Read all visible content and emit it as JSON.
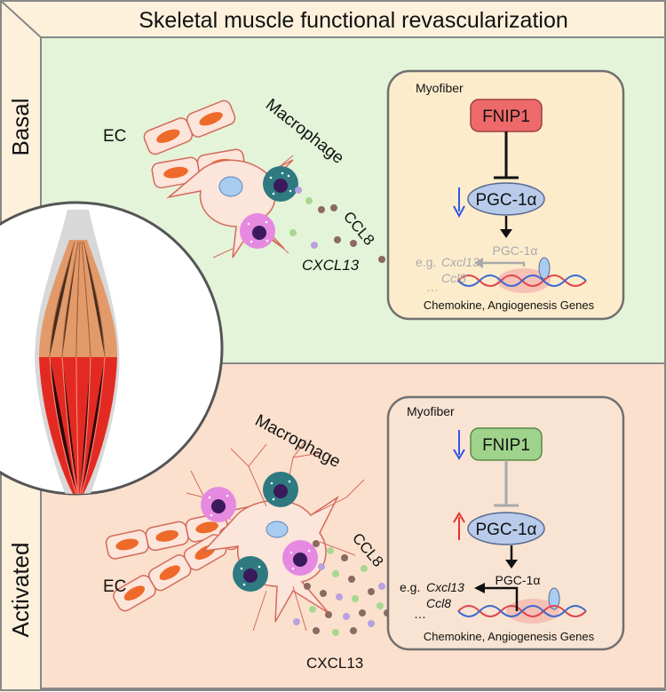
{
  "title": "Skeletal muscle functional revascularization",
  "basal": {
    "side_label": "Basal",
    "ec_label": "EC",
    "macrophage_label": "Macrophage",
    "ccl8_label": "CCL8",
    "cxcl13_label": "CXCL13",
    "myofiber": {
      "title": "Myofiber",
      "fnip1": "FNIP1",
      "pgc": "PGC-1α",
      "pgc_small": "PGC-1α",
      "eg": "e.g.",
      "gene1": "Cxcl13",
      "gene2": "Ccl8",
      "ellipsis": "…",
      "caption": "Chemokine, Angiogenesis Genes"
    }
  },
  "activated": {
    "side_label": "Activated",
    "ec_label": "EC",
    "macrophage_label": "Macrophage",
    "ccl8_label": "CCL8",
    "cxcl13_label": "CXCL13",
    "myofiber": {
      "title": "Myofiber",
      "fnip1": "FNIP1",
      "pgc": "PGC-1α",
      "pgc_small": "PGC-1α",
      "eg": "e.g.",
      "gene1": "Cxcl13",
      "gene2": "Ccl8",
      "ellipsis": "…",
      "caption": "Chemokine, Angiogenesis Genes"
    }
  },
  "colors": {
    "basal_bg": "#e3f4d9",
    "activated_bg": "#fbe0cd",
    "sidebar_bg": "#fdf1dc",
    "myofiber_bg_basal": "#fdeccc",
    "myofiber_bg_activated": "#f9e4d3",
    "fnip1_basal": "#ee6a6a",
    "fnip1_activated": "#9fd38b",
    "pgc": "#b8cbea",
    "down_arrow": "#2f56e8",
    "up_arrow": "#e83030"
  }
}
